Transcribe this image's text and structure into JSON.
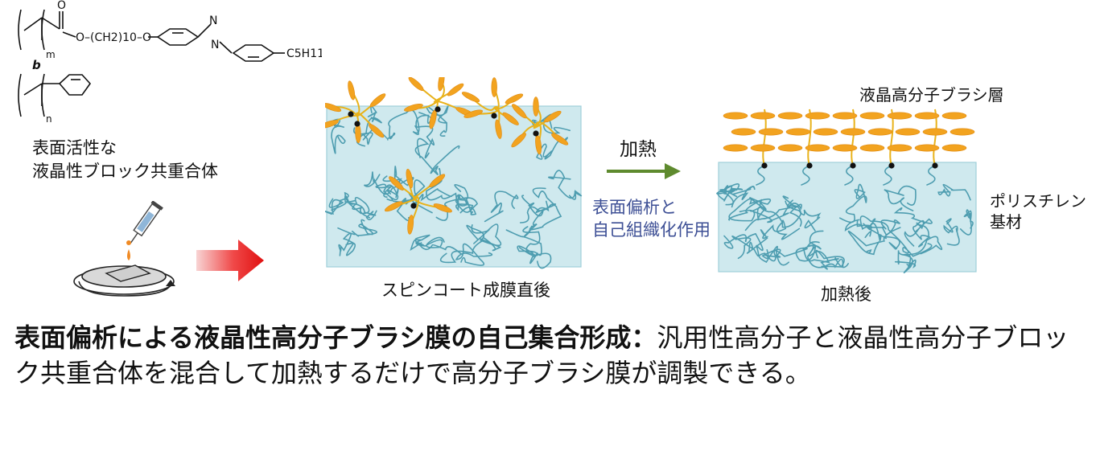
{
  "molecule": {
    "carbonyl_o": "O",
    "chain": "O–(CH2)10–O",
    "azo_n1": "N",
    "azo_n2": "N",
    "pentyl": "C5H11",
    "block_link": "b",
    "subscript_m": "m",
    "subscript_n": "n"
  },
  "labels": {
    "copolymer_line1": "表面活性な",
    "copolymer_line2": "液晶性ブロック共重合体",
    "step_heat": "加熱",
    "mechanism_line1": "表面偏析と",
    "mechanism_line2": "自己組織化作用",
    "after_spin": "スピンコート成膜直後",
    "after_heat": "加熱後",
    "brush_layer": "液晶高分子ブラシ層",
    "substrate_line1": "ポリスチレン",
    "substrate_line2": "基材"
  },
  "caption": {
    "bold": "表面偏析による液晶性高分子ブラシ膜の自己集合形成：",
    "text": "汎用性高分子と液晶性高分子ブロック共重合体を混合して加熱するだけで高分子ブラシ膜が調製できる。"
  },
  "colors": {
    "film": "#cfe9ee",
    "polystyrene_chain": "#4e9db0",
    "mesogen": "#f2a31f",
    "arrow_red": "#ee2222",
    "arrow_green": "#5e8a2e"
  }
}
